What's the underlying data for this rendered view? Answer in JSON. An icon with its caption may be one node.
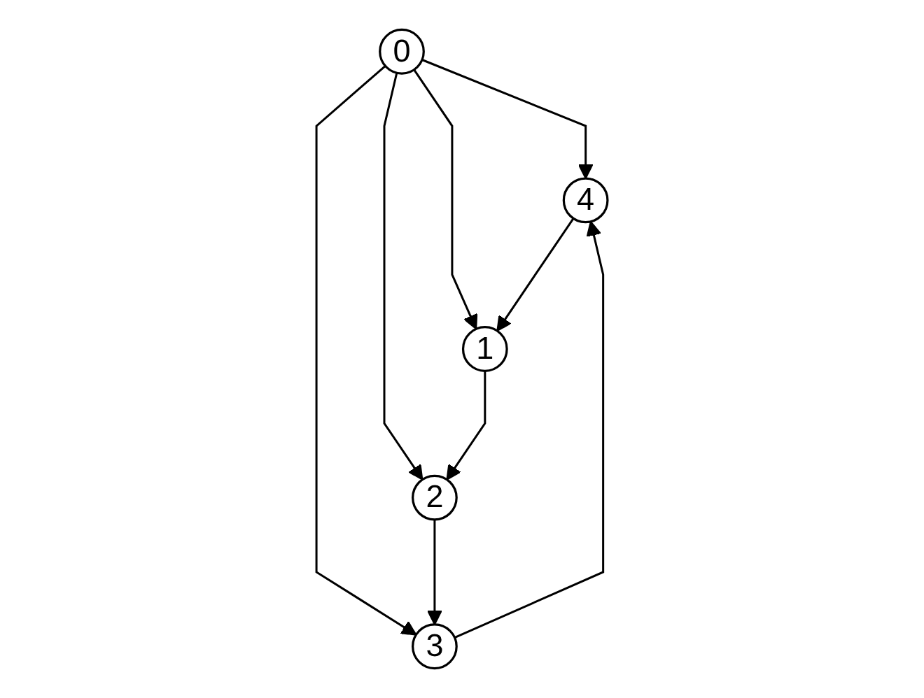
{
  "diagram": {
    "nodes": [
      {
        "text": [
          "4"
        ]
      },
      {
        "text": [
          "3"
        ]
      },
      {
        "text": [
          "0"
        ]
      },
      {
        "text": [
          "1"
        ]
      },
      {
        "text": [
          "2"
        ]
      }
    ],
    "edges": [
      {
        "from": 2,
        "to": 1,
        "arrow": "to"
      },
      {
        "from": 2,
        "to": 0,
        "arrow": "to"
      },
      {
        "from": 2,
        "to": 4,
        "arrow": "to"
      },
      {
        "from": 2,
        "to": 3,
        "arrow": "to"
      },
      {
        "from": 1,
        "to": 0,
        "arrow": "to"
      },
      {
        "from": 4,
        "to": 1,
        "arrow": "to"
      },
      {
        "from": 0,
        "to": 3,
        "arrow": "to"
      },
      {
        "from": 3,
        "to": 4,
        "arrow": "to"
      }
    ]
  }
}
